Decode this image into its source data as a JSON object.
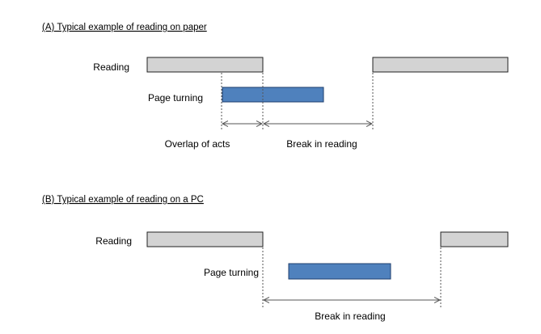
{
  "colors": {
    "reading_fill": "#d3d3d3",
    "reading_stroke": "#222222",
    "page_turning_fill": "#4f81bd",
    "page_turning_stroke": "#1f3f6e",
    "guide_line": "#555555"
  },
  "section_a": {
    "title": "(A) Typical example of reading on paper",
    "reading_label": "Reading",
    "page_turning_label": "Page turning",
    "overlap_label": "Overlap of acts",
    "break_label": "Break in reading"
  },
  "section_b": {
    "title": "(B) Typical example of reading on a PC",
    "reading_label": "Reading",
    "page_turning_label": "Page turning",
    "break_label": "Break in reading"
  }
}
